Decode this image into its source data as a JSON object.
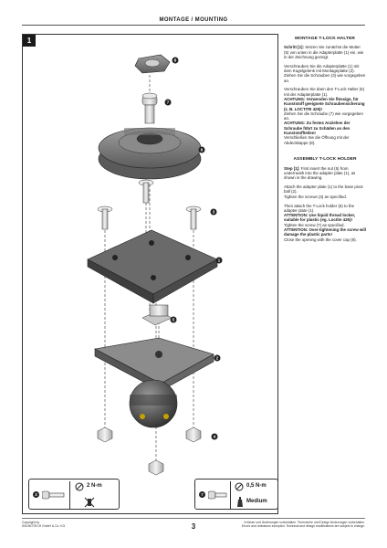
{
  "header": {
    "title": "MONTAGE / MOUNTING"
  },
  "step_badge": "1",
  "de": {
    "heading": "MONTAGE T-LOCK HALTER",
    "p1_lead": "Schritt [1]:",
    "p1_rest": " Setzen Sie zunächst die Mutter (5) von unten in die Adapterplatte (1) ein, wie in der Zeichnung gezeigt.",
    "p2": "Verschrauben Sie die Adapterplatte (1) mit dem Kugelgelenk mit Montageplatte (2).",
    "p2b": "Ziehen Sie die Schrauben (3) wie vorgegeben an.",
    "p3": "Verschrauben Sie dann den T-Lock Halter (6) mit der Adapterplatte (1).",
    "p3_warn": "ACHTUNG: Verwenden Sie flüssige, für Kunststoff geeignete Schraubensicherung (z. B. LOCTITE 425)!",
    "p3b": "Ziehen Sie die Schraube (7) wie vorgegeben an.",
    "p3_warn2": "ACHTUNG: Zu festes Anziehen der Schraube führt zu Schäden an den Kunststoffteilen!",
    "p3c": "Verschließen Sie die Öffnung mit der Abdeckkappe (8)."
  },
  "en": {
    "heading": "ASSEMBLY T-LOCK HOLDER",
    "p1_lead": "Step [1]:",
    "p1_rest": " First insert the nut (5) from underneath into the adapter plate (1), as shown in the drawing.",
    "p2": "Attach the adapter plate (1) to the base pivot ball (2).",
    "p2b": "Tighten the screws (3) as specified.",
    "p3": "Then attach the T-Lock holder (6) to the adapter plate (1).",
    "p3_warn": "ATTENTION: Use liquid thread locker, suitable for plastic (eg. Loctite 425)!",
    "p3b": "Tighten the screw (7) as specified.",
    "p3_warn2": "ATTENTION: Over-tightening the screw will damage the plastic parts!",
    "p3c": "Close the opening with the cover cap (8)."
  },
  "callouts": {
    "c8": "8",
    "c7": "7",
    "c6": "6",
    "c3": "3",
    "c1": "1",
    "c5": "5",
    "c2": "2",
    "c4": "4"
  },
  "torque": {
    "left": {
      "ref": "3",
      "value": "2 N-m"
    },
    "right": {
      "ref": "7",
      "value": "0,5 N-m",
      "locker": "Medium"
    }
  },
  "footer": {
    "left_line1": "Copyright by",
    "left_line2": "SW-MOTECH GmbH & Co. KG",
    "page": "3",
    "right_line1": "Irrtümer und Änderungen vorbehalten. Technische und Design Änderungen vorbehalten.",
    "right_line2": "Errors and omissions excepted. Technical and design modifications are subject to change."
  },
  "colors": {
    "dark_part": "#4a4a4a",
    "mid_part": "#8c8c8c",
    "light_part": "#d0d0d0"
  }
}
